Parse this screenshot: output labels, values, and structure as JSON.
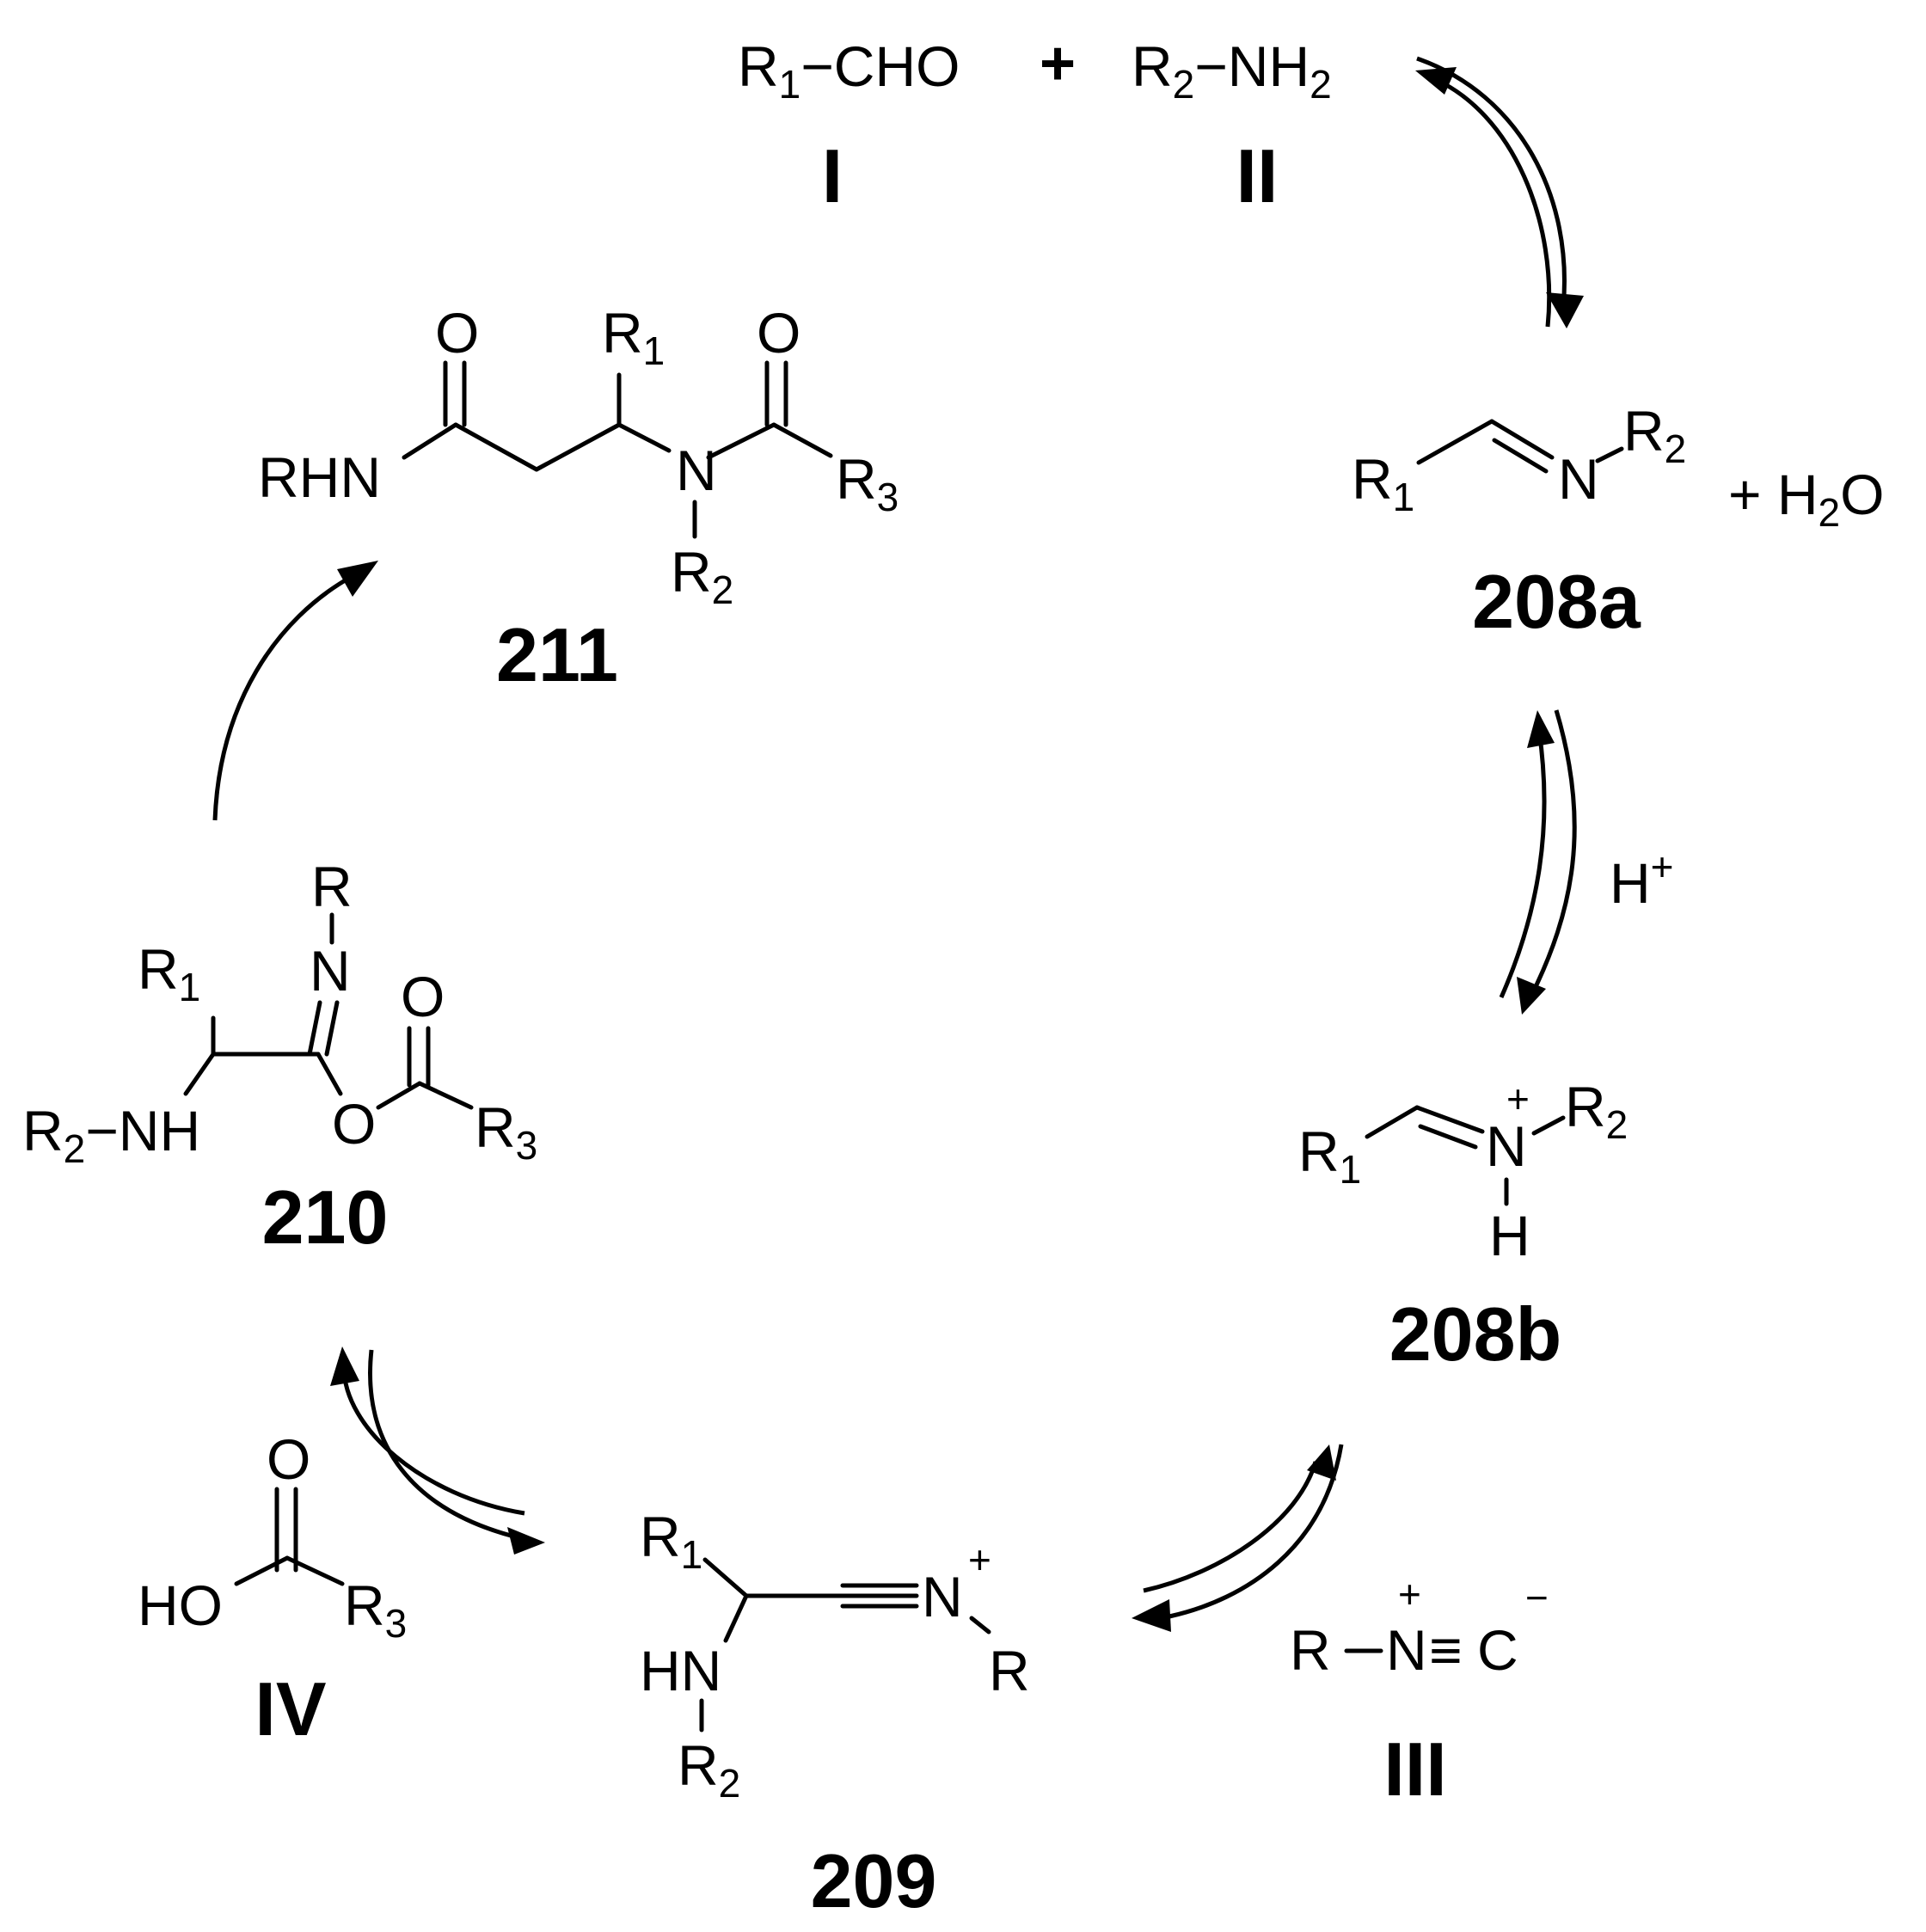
{
  "reactants": {
    "aldehyde": {
      "r": "R",
      "r_sub": "1",
      "group": "−CHO",
      "label": "I"
    },
    "plus": "+",
    "amine": {
      "r": "R",
      "r_sub": "2",
      "group": "−NH",
      "group_sub": "2",
      "label": "II"
    }
  },
  "compound_208a": {
    "label": "208a",
    "r1": "R",
    "r1_sub": "1",
    "n": "N",
    "r2": "R",
    "r2_sub": "2",
    "byproduct": "+ H",
    "byproduct_sub": "2",
    "byproduct_end": "O"
  },
  "step_acid": {
    "text": "H",
    "sup": "+"
  },
  "compound_208b": {
    "label": "208b",
    "r1": "R",
    "r1_sub": "1",
    "n": "N",
    "charge": "+",
    "r2": "R",
    "r2_sub": "2",
    "h": "H"
  },
  "isocyanide": {
    "label": "III",
    "r": "R",
    "n": "N",
    "n_charge": "+",
    "triple": "≡",
    "c": "C",
    "c_charge": "−"
  },
  "compound_209": {
    "label": "209",
    "r1": "R",
    "r1_sub": "1",
    "n": "N",
    "charge": "+",
    "r": "R",
    "hn": "HN",
    "r2": "R",
    "r2_sub": "2"
  },
  "acid_IV": {
    "label": "IV",
    "o": "O",
    "ho": "HO",
    "r3": "R",
    "r3_sub": "3"
  },
  "compound_210": {
    "label": "210",
    "r": "R",
    "n": "N",
    "r1": "R",
    "r1_sub": "1",
    "o_carbonyl": "O",
    "r2": "R",
    "r2_sub": "2",
    "nh": "−NH",
    "o_ester": "O",
    "r3": "R",
    "r3_sub": "3"
  },
  "compound_211": {
    "label": "211",
    "o_left": "O",
    "r1": "R",
    "r1_sub": "1",
    "o_right": "O",
    "rhn": "RHN",
    "n": "N",
    "r3": "R",
    "r3_sub": "3",
    "r2": "R",
    "r2_sub": "2"
  }
}
